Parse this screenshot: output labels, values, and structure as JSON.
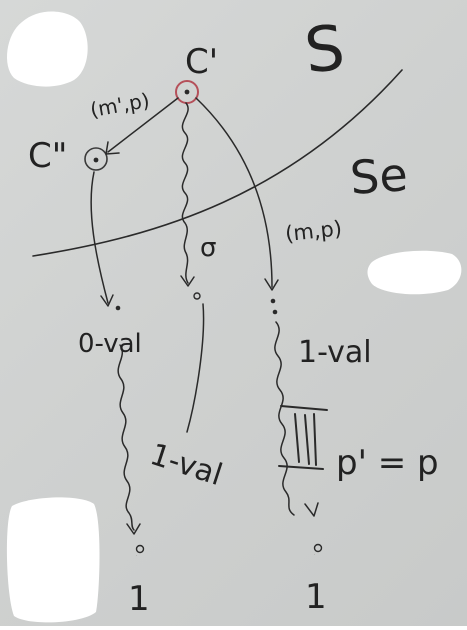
{
  "labels": {
    "set_s": "S",
    "set_se": "Se",
    "config_c_prime": "C'",
    "config_c_double_prime": "C\"",
    "msg_m_prime_p": "(m',p)",
    "msg_m_p": "(m,p)",
    "sigma": "σ",
    "zero_val": "0-val",
    "one_val_left": "1-val",
    "one_val_right": "1-val",
    "leaf_zero_left": "0",
    "leaf_one_left": "1",
    "leaf_zero_middle": "0",
    "leaf_zero_right": "0",
    "leaf_one_right": "1",
    "crash_condition": "p' = p"
  },
  "colors": {
    "ink": "#2a2a2a",
    "highlight_circle": "#b5505a",
    "board": "#d2d4d3"
  }
}
